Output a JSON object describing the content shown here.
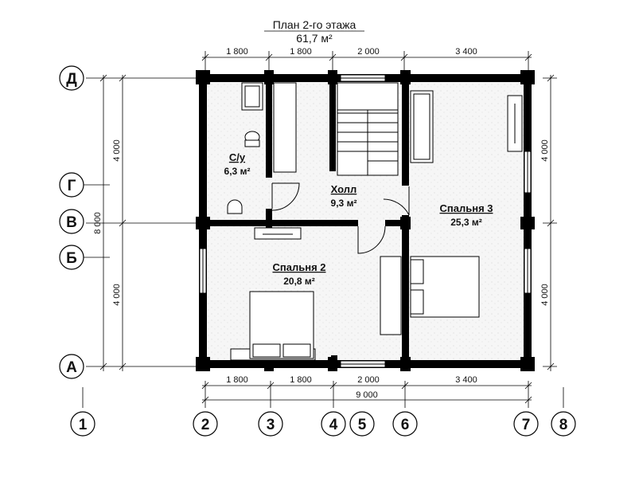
{
  "plan": {
    "title": "План 2-го этажа",
    "total_area": "61,7 м²"
  },
  "dimensions": {
    "top": [
      "1 800",
      "1 800",
      "2 000",
      "3 400"
    ],
    "bottom": [
      "1 800",
      "1 800",
      "2 000",
      "3 400"
    ],
    "bottom_total": "9 000",
    "right": [
      "4 000",
      "4 000"
    ],
    "left": [
      "4 000",
      "4 000"
    ],
    "left_total": "8 000"
  },
  "axes": {
    "rows": [
      "Д",
      "Г",
      "В",
      "Б",
      "А"
    ],
    "columns": [
      "1",
      "2",
      "3",
      "4",
      "5",
      "6",
      "7",
      "8"
    ]
  },
  "rooms": [
    {
      "name": "С/у",
      "area": "6,3 м²"
    },
    {
      "name": "Холл",
      "area": "9,3 м²"
    },
    {
      "name": "Спальня 3",
      "area": "25,3 м²"
    },
    {
      "name": "Спальня 2",
      "area": "20,8 м²"
    }
  ]
}
